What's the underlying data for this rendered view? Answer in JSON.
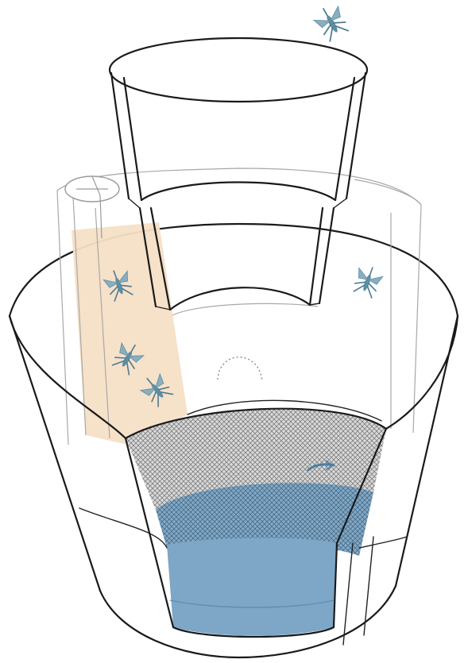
{
  "diagram": {
    "subject": "",
    "parts": [
      {
        "id": "outer-bowl",
        "color": "#ffffff"
      },
      {
        "id": "inner-funnel-cylinder",
        "color": "#ffffff"
      },
      {
        "id": "upper-entry-cylinder",
        "color": "#ffffff"
      },
      {
        "id": "side-tube",
        "color": "#f6dfc6"
      },
      {
        "id": "mesh-screen",
        "color": "#b9b9b9"
      },
      {
        "id": "water",
        "color": "#7ea6c6"
      },
      {
        "id": "water-surface",
        "color": "#5f8fb3"
      }
    ],
    "insects": [
      {
        "id": "mosquito-top-right",
        "icon": "mosquito-icon",
        "color": "#5e8ea3"
      },
      {
        "id": "mosquito-tube-1",
        "icon": "mosquito-icon",
        "color": "#5e8ea3"
      },
      {
        "id": "mosquito-tube-2",
        "icon": "mosquito-icon",
        "color": "#5e8ea3"
      },
      {
        "id": "mosquito-tube-3",
        "icon": "mosquito-icon",
        "color": "#5e8ea3"
      },
      {
        "id": "mosquito-right-wall",
        "icon": "mosquito-icon",
        "color": "#5e8ea3"
      },
      {
        "id": "larva-water",
        "icon": "larva-icon",
        "color": "#4a7fa3"
      }
    ]
  }
}
